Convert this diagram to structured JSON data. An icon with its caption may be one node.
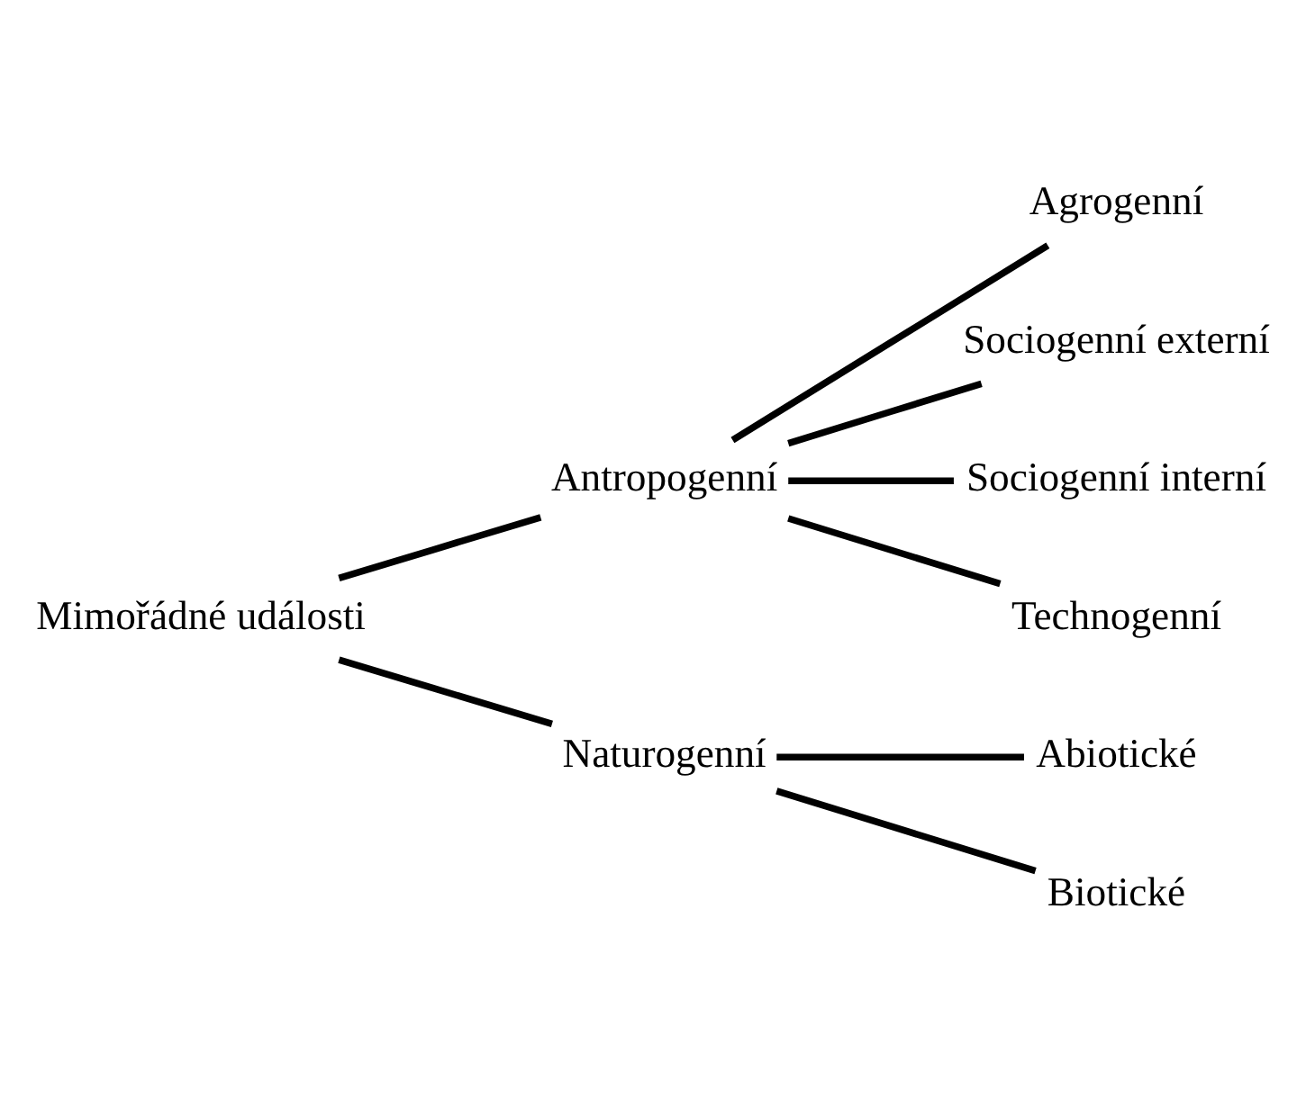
{
  "diagram": {
    "nodes": [
      {
        "text": [
          "Mimořádné události"
        ]
      },
      {
        "text": [
          "Antropogenní"
        ]
      },
      {
        "text": [
          "Naturogenní"
        ]
      },
      {
        "text": [
          "Agrogenní"
        ]
      },
      {
        "text": [
          "Sociogenní externí"
        ]
      },
      {
        "text": [
          "Sociogenní interní"
        ]
      },
      {
        "text": [
          "Technogenní"
        ]
      },
      {
        "text": [
          "Abiotické"
        ]
      },
      {
        "text": [
          "Biotické"
        ]
      }
    ],
    "edges": [
      {
        "from": 0,
        "to": 1,
        "arrow": "none"
      },
      {
        "from": 0,
        "to": 2,
        "arrow": "none"
      },
      {
        "from": 1,
        "to": 3,
        "arrow": "none"
      },
      {
        "from": 1,
        "to": 4,
        "arrow": "none"
      },
      {
        "from": 1,
        "to": 5,
        "arrow": "none"
      },
      {
        "from": 1,
        "to": 6,
        "arrow": "none"
      },
      {
        "from": 2,
        "to": 7,
        "arrow": "none"
      },
      {
        "from": 2,
        "to": 8,
        "arrow": "none"
      }
    ]
  }
}
